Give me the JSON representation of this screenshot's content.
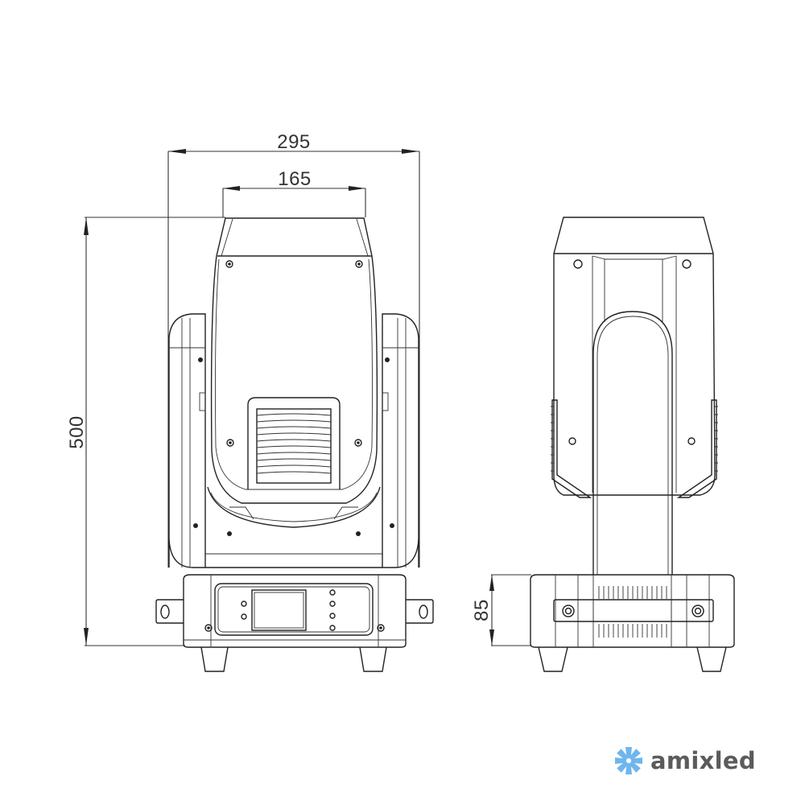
{
  "diagram": {
    "title": "Moving head light fixture dimensional drawing",
    "units": "mm",
    "views": [
      {
        "name": "front-view",
        "description": "Front view with head, yoke arms and base with display panel"
      },
      {
        "name": "side-view",
        "description": "Side view with head, yoke arm and base with handle"
      }
    ],
    "dimensions": {
      "overall_width": {
        "label": "295",
        "value": 295
      },
      "head_top_width": {
        "label": "165",
        "value": 165
      },
      "overall_height": {
        "label": "500",
        "value": 500
      },
      "base_height": {
        "label": "85",
        "value": 85
      }
    },
    "colors": {
      "line": "#222222",
      "logo_icon": "#6fb6ee",
      "logo_text": "#5b5b5b"
    }
  },
  "logo": {
    "text": "amixled",
    "icon": "pinwheel-icon"
  }
}
